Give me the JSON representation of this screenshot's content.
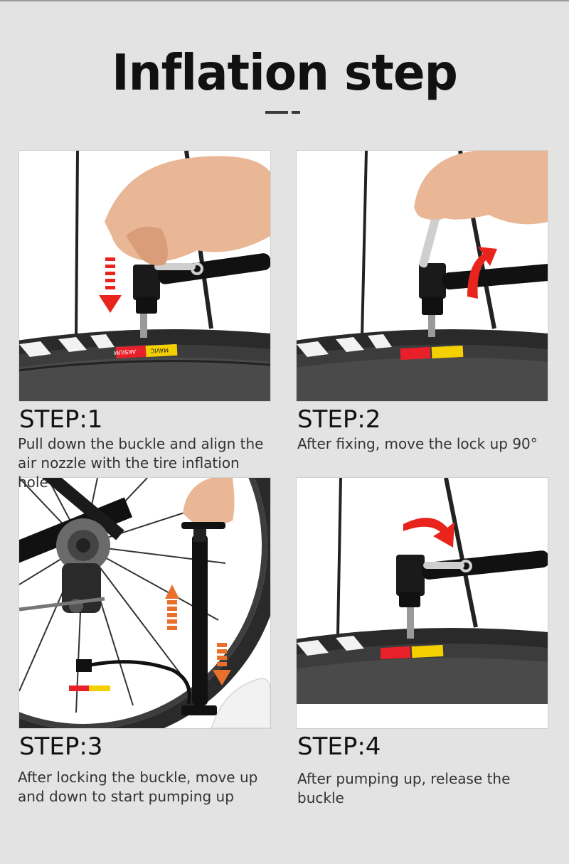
{
  "title": "Inflation step",
  "steps": [
    {
      "label": "STEP:1",
      "desc_line1": "Pull down the buckle and align the",
      "desc_line2": "air nozzle with the tire inflation hole"
    },
    {
      "label": "STEP:2",
      "desc_line1": "After fixing, move the lock up 90°",
      "desc_line2": ""
    },
    {
      "label": "STEP:3",
      "desc_line1": "After locking the buckle, move up",
      "desc_line2": "and down to start pumping up"
    },
    {
      "label": "STEP:4",
      "desc_line1": "After pumping up, release the",
      "desc_line2": "buckle"
    }
  ],
  "rim_decal": {
    "left_text": "AKSIUM",
    "right_text": "MAVIC"
  },
  "colors": {
    "arrow_red": "#e8241c",
    "arrow_orange": "#e8702a",
    "decal_red": "#e8202a",
    "decal_yellow": "#f5d000",
    "skin": "#e9b796"
  }
}
